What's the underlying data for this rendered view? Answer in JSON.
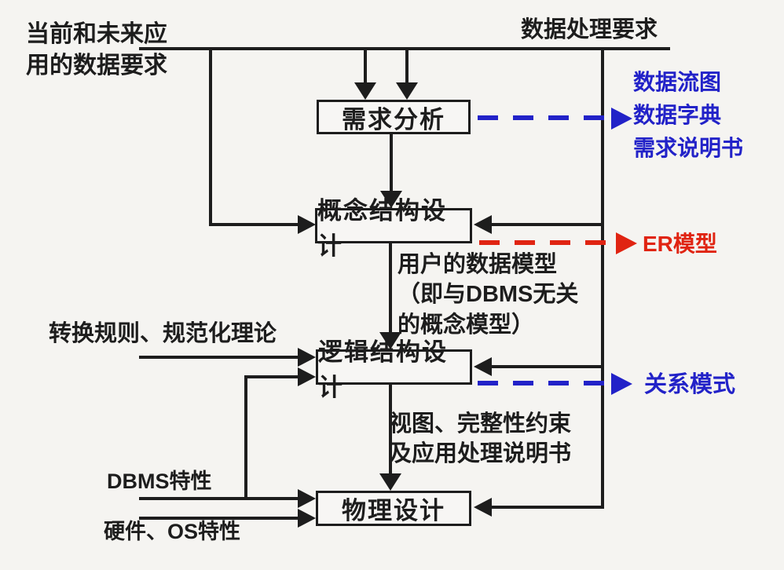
{
  "diagram": {
    "title_hint": "database design process flowchart",
    "inputs": {
      "current_future_requirements": "当前和未来应\n用的数据要求",
      "data_processing_requirements": "数据处理要求",
      "transformation_rules": "转换规则、规范化理论",
      "dbms_features": "DBMS特性",
      "hardware_os_features": "硬件、OS特性"
    },
    "stages": [
      {
        "label": "需求分析"
      },
      {
        "label": "概念结构设计"
      },
      {
        "label": "逻辑结构设计"
      },
      {
        "label": "物理设计"
      }
    ],
    "intermediate_notes": {
      "conceptual_model": "用户的数据模型\n（即与DBMS无关\n的概念模型）",
      "logical_outputs": "视图、完整性约束\n及应用处理说明书"
    },
    "deliverables": {
      "requirements_analysis": "数据流图\n数据字典\n需求说明书",
      "conceptual_design": "ER模型",
      "logical_design": "关系模式"
    },
    "colors": {
      "deliverable_blue": "#2222c8",
      "deliverable_red": "#e02412",
      "line_black": "#1d1d1d",
      "background": "#f5f4f1"
    }
  }
}
